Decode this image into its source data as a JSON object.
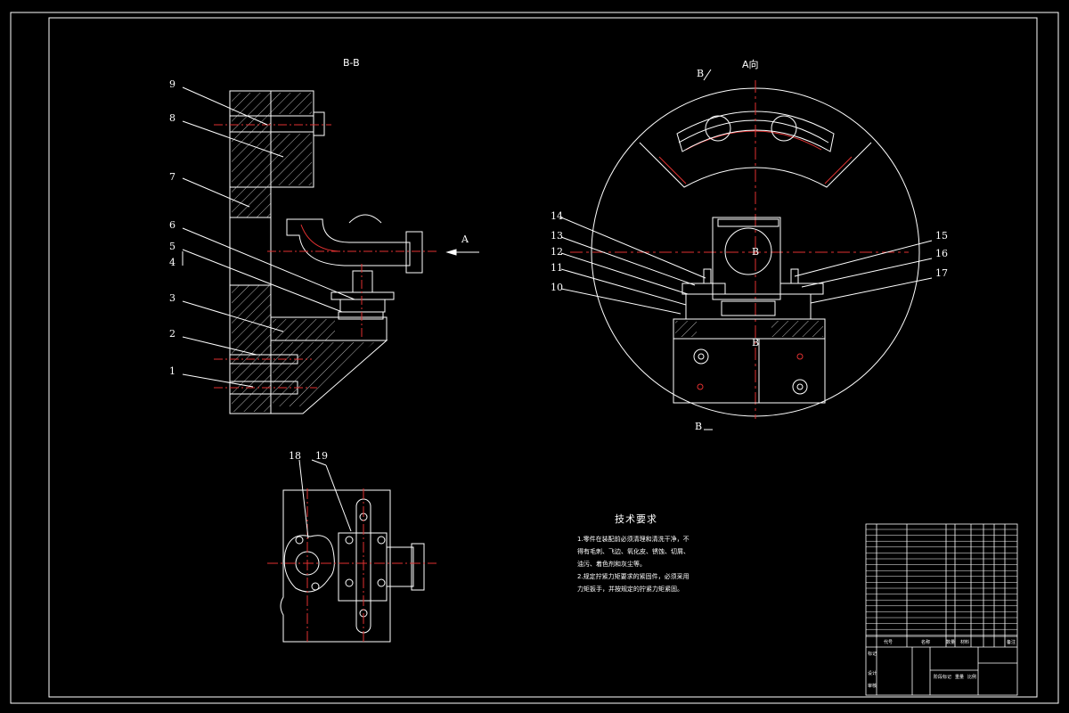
{
  "drawing": {
    "section_title": "B-B",
    "view_title": "A向",
    "arrow_label": "A",
    "section_mark_top": "B",
    "section_mark_bottom": "B",
    "center_label": "B",
    "side_label_b": "B"
  },
  "part_numbers_left": [
    "9",
    "8",
    "7",
    "6",
    "5",
    "4",
    "3",
    "2",
    "1"
  ],
  "part_numbers_right_left": [
    "14",
    "13",
    "12",
    "11",
    "10"
  ],
  "part_numbers_right_right": [
    "15",
    "16",
    "17"
  ],
  "part_numbers_bottom": [
    "18",
    "19"
  ],
  "tech_requirements": {
    "title": "技术要求",
    "line1": "1.零件在装配前必须清理和清洗干净，不得有毛刺、飞边、氧化皮、锈蚀、切屑、油污、着色剂和灰尘等。",
    "line2": "2.规定拧紧力矩要求的紧固件，必须采用力矩扳手，并按规定的拧紧力矩紧固。"
  },
  "title_block": {
    "header_code": "代号",
    "header_name": "名称",
    "header_qty": "数量",
    "header_material": "材料",
    "header_note": "备注",
    "sign_label": "标记",
    "design_label": "设计",
    "review_label": "审核",
    "stage_label": "阶段标记",
    "weight_label": "重量",
    "scale_label": "比例"
  }
}
